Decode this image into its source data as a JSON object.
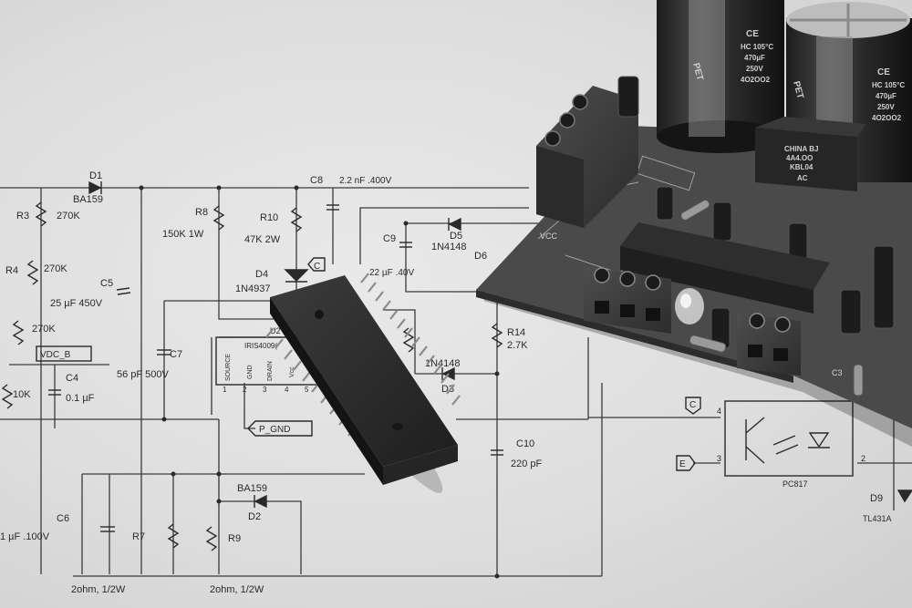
{
  "photo": {
    "subject": "schematic-with-ic-and-pcb"
  },
  "schematic": {
    "labels": {
      "D1": "D1",
      "BA159_top": "BA159",
      "C8": "C8",
      "C8_val": "2.2 nF .400V",
      "R3": "R3",
      "R3_val": "270K",
      "R8": "R8",
      "R8_val": "150K 1W",
      "R10": "R10",
      "R10_val": "47K 2W",
      "C9": "C9",
      "C9_val": "22 µF .40V",
      "D5": "D5",
      "D5_val": "1N4148",
      "D6": "D6",
      "R4": "R4",
      "R4_val": "270K",
      "C5": "C5",
      "C5_val": "25 µF 450V",
      "D4": "D4",
      "D4_val": "1N4937",
      "R5_val": "270K",
      "VDC_B": "VDC_B",
      "U2": "U2",
      "U2_val": "IRIS4009(",
      "pin_source": "SOURCE",
      "pin_gnd": "GND",
      "pin_drain": "DRAIN",
      "pin_vcc": "Vcc",
      "pin1": "1",
      "pin2": "2",
      "pin3": "3",
      "pin4": "4",
      "pin5": "5",
      "C7": "C7",
      "C7_val": "56 pF 500V",
      "C4": "C4",
      "C4_val": "0.1 µF",
      "R_left_val": "10K",
      "P_GND": "P_GND",
      "C_box1": "C",
      "C_box2": "C",
      "E_box": "E",
      "R14": "R14",
      "R14_val": "2.7K",
      "D3_val": "1N4148",
      "D3": "D3",
      "C10": "C10",
      "C10_val": "220 pF",
      "BA159_bottom": "BA159",
      "D2": "D2",
      "C6": "C6",
      "C6_val": "1 µF .100V",
      "R7": "R7",
      "R9": "R9",
      "R7_note": "2ohm, 1/2W",
      "R9_note": "2ohm, 1/2W",
      "PC817": "PC817",
      "opto_pin4": "4",
      "opto_pin3": "3",
      "opto_pin2": "2",
      "D9": "D9",
      "TL431A": "TL431A"
    }
  },
  "pcb": {
    "vcc": "VCC",
    "silk_c3": "C3",
    "cap1": [
      "CE",
      "HC 105°C",
      "470µF",
      "250V",
      "4O2OO2",
      "PET"
    ],
    "cap2": [
      "CE",
      "HC 105°C",
      "470µF",
      "250V",
      "4O2OO2",
      "PET"
    ],
    "bridge": [
      "CHINA BJ",
      "4A4.OO",
      "KBL04",
      "AC"
    ]
  }
}
